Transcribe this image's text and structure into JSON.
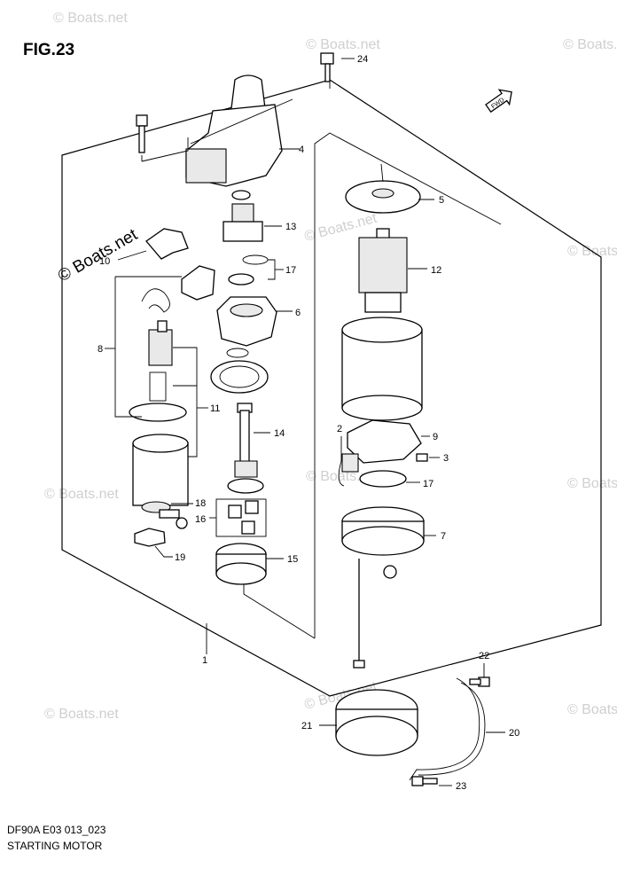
{
  "figure_title": "FIG.23",
  "footer": {
    "code": "DF90A E03 013_023",
    "name": "STARTING MOTOR"
  },
  "watermark": {
    "main": "© Boats.net",
    "faint": "© Boats.net"
  },
  "fwd_marker": "FWD",
  "callouts": {
    "c1": "1",
    "c2": "2",
    "c3": "3",
    "c4": "4",
    "c5": "5",
    "c6": "6",
    "c7": "7",
    "c8": "8",
    "c9": "9",
    "c10": "10",
    "c11": "11",
    "c12": "12",
    "c13": "13",
    "c14": "14",
    "c15": "15",
    "c16": "16",
    "c17a": "17",
    "c17b": "17",
    "c18": "18",
    "c19": "19",
    "c20": "20",
    "c21": "21",
    "c22": "22",
    "c23": "23",
    "c24": "24"
  }
}
